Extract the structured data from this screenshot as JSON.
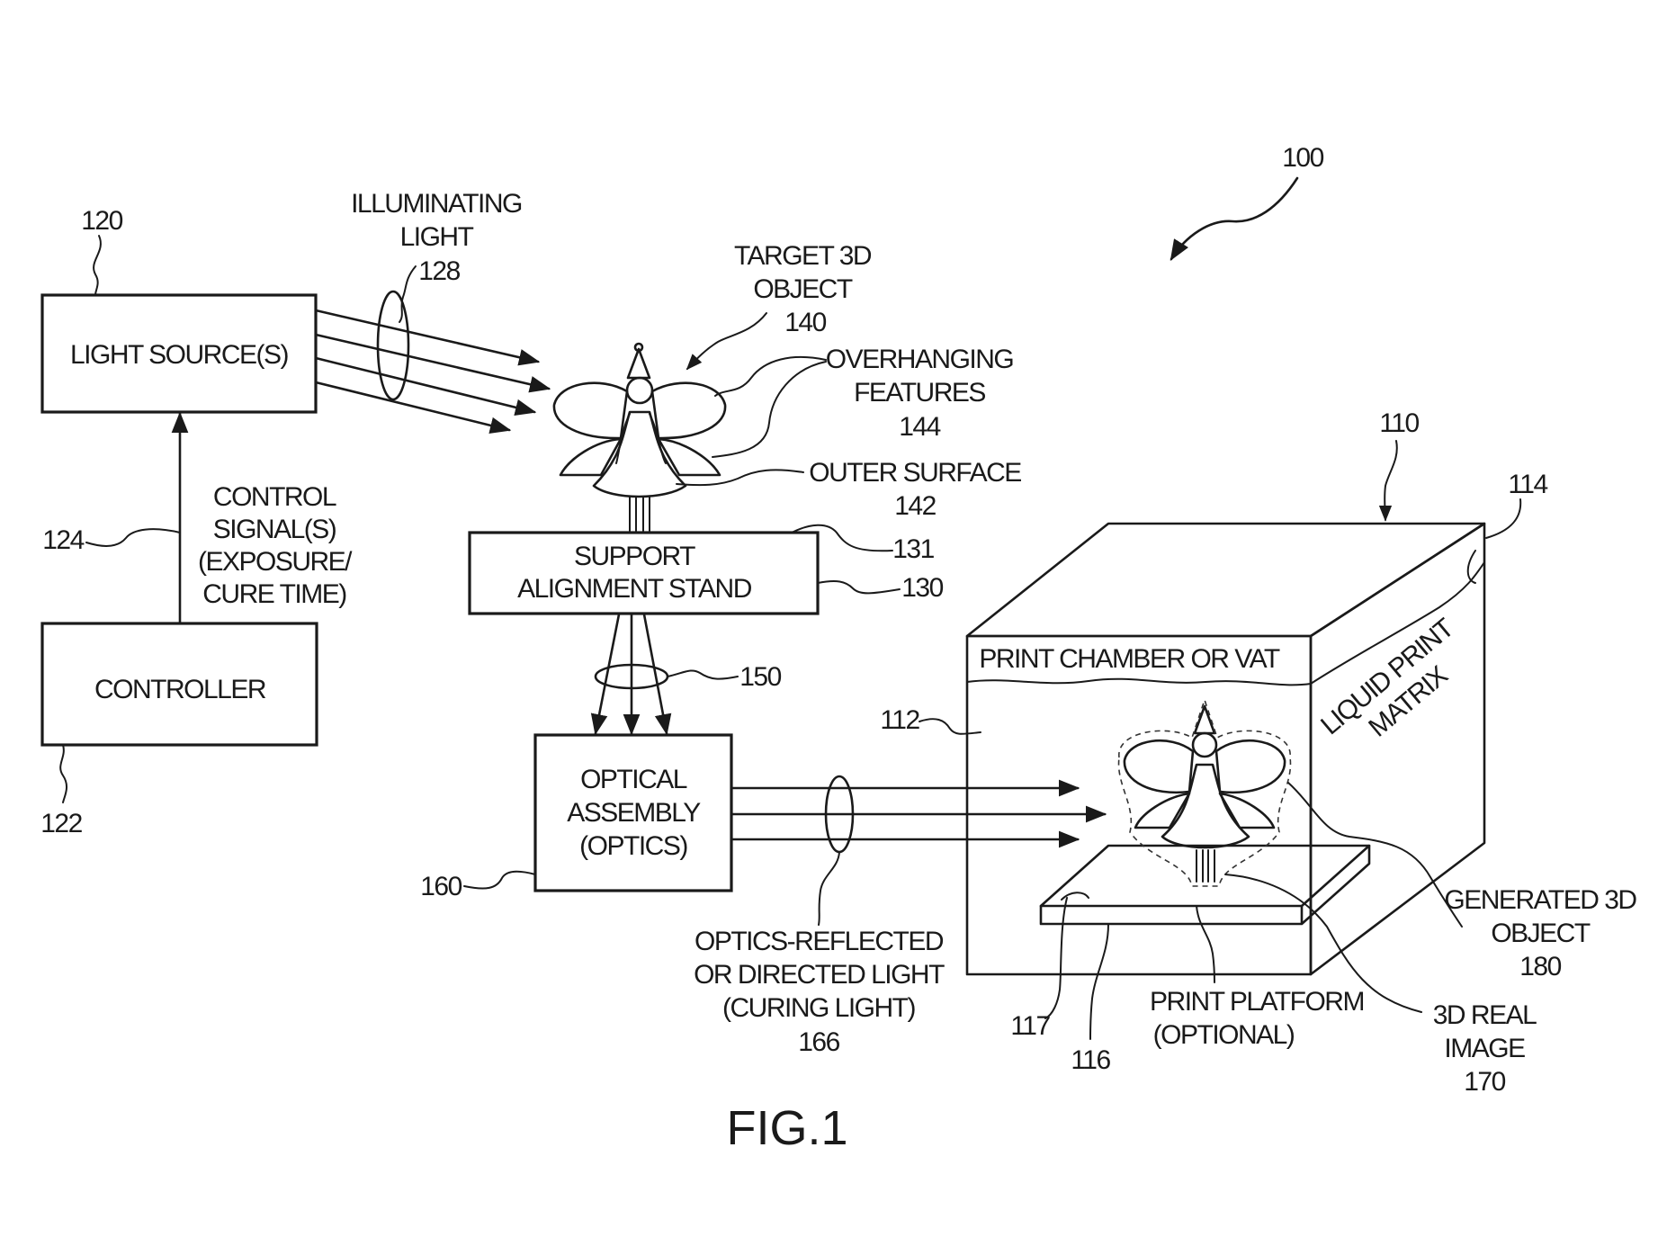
{
  "figure": {
    "caption": "FIG.1",
    "system_ref": "100",
    "blocks": {
      "light_source": {
        "label": "LIGHT SOURCE(S)",
        "ref": "120"
      },
      "controller": {
        "label": "CONTROLLER",
        "ref": "122"
      },
      "support_stand": {
        "line1": "SUPPORT",
        "line2": "ALIGNMENT STAND",
        "ref": "130",
        "surface_ref": "131"
      },
      "optical_assembly": {
        "line1": "OPTICAL",
        "line2": "ASSEMBLY",
        "line3": "(OPTICS)",
        "ref": "160"
      }
    },
    "signals": {
      "control": {
        "line1": "CONTROL",
        "line2": "SIGNAL(S)",
        "line3": "(EXPOSURE/",
        "line4": "CURE TIME)",
        "ref": "124"
      },
      "illuminating": {
        "line1": "ILLUMINATING",
        "line2": "LIGHT",
        "ref": "128"
      },
      "reflected_from_object": {
        "ref": "150"
      },
      "curing": {
        "line1": "OPTICS-REFLECTED",
        "line2": "OR DIRECTED LIGHT",
        "line3": "(CURING LIGHT)",
        "ref": "166"
      }
    },
    "target_object": {
      "label": {
        "line1": "TARGET 3D",
        "line2": "OBJECT",
        "ref": "140"
      },
      "overhanging": {
        "line1": "OVERHANGING",
        "line2": "FEATURES",
        "ref": "144"
      },
      "outer_surface": {
        "line1": "OUTER SURFACE",
        "ref": "142"
      }
    },
    "vat": {
      "ref": "110",
      "top_ref": "114",
      "chamber_label": "PRINT CHAMBER OR VAT",
      "chamber_ref": "112",
      "liquid_line1": "LIQUID PRINT",
      "liquid_line2": "MATRIX",
      "platform": {
        "line1": "PRINT PLATFORM",
        "line2": "(OPTIONAL)",
        "ref": "116",
        "surface_ref": "117"
      },
      "generated": {
        "line1": "GENERATED 3D",
        "line2": "OBJECT",
        "ref": "180"
      },
      "real_image": {
        "line1": "3D REAL",
        "line2": "IMAGE",
        "ref": "170"
      }
    }
  }
}
